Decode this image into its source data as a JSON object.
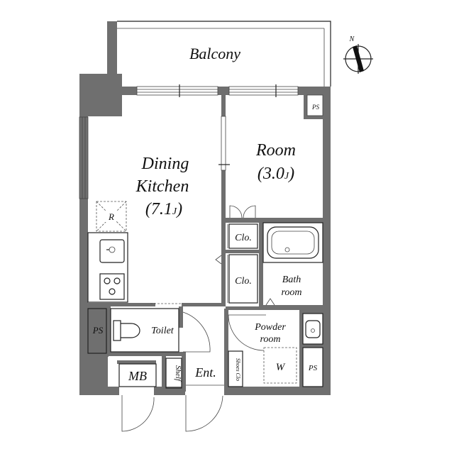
{
  "rooms": {
    "balcony": "Balcony",
    "dining_line1": "Dining",
    "dining_line2": "Kitchen",
    "dining_size": "(7.1",
    "dining_unit": "J",
    "dining_close": ")",
    "room_name": "Room",
    "room_size": "(3.0",
    "room_unit": "J",
    "room_close": ")",
    "clo1": "Clo.",
    "clo2": "Clo.",
    "bath_line1": "Bath",
    "bath_line2": "room",
    "powder_line1": "Powder",
    "powder_line2": "room",
    "toilet": "Toilet",
    "ps_left": "PS",
    "ps_top": "PS",
    "ps_right": "PS",
    "mb": "MB",
    "shelf": "Shelf",
    "ent": "Ent.",
    "shoes": "Shoes Clo",
    "w": "W",
    "r": "R"
  },
  "compass": {
    "north": "N"
  }
}
